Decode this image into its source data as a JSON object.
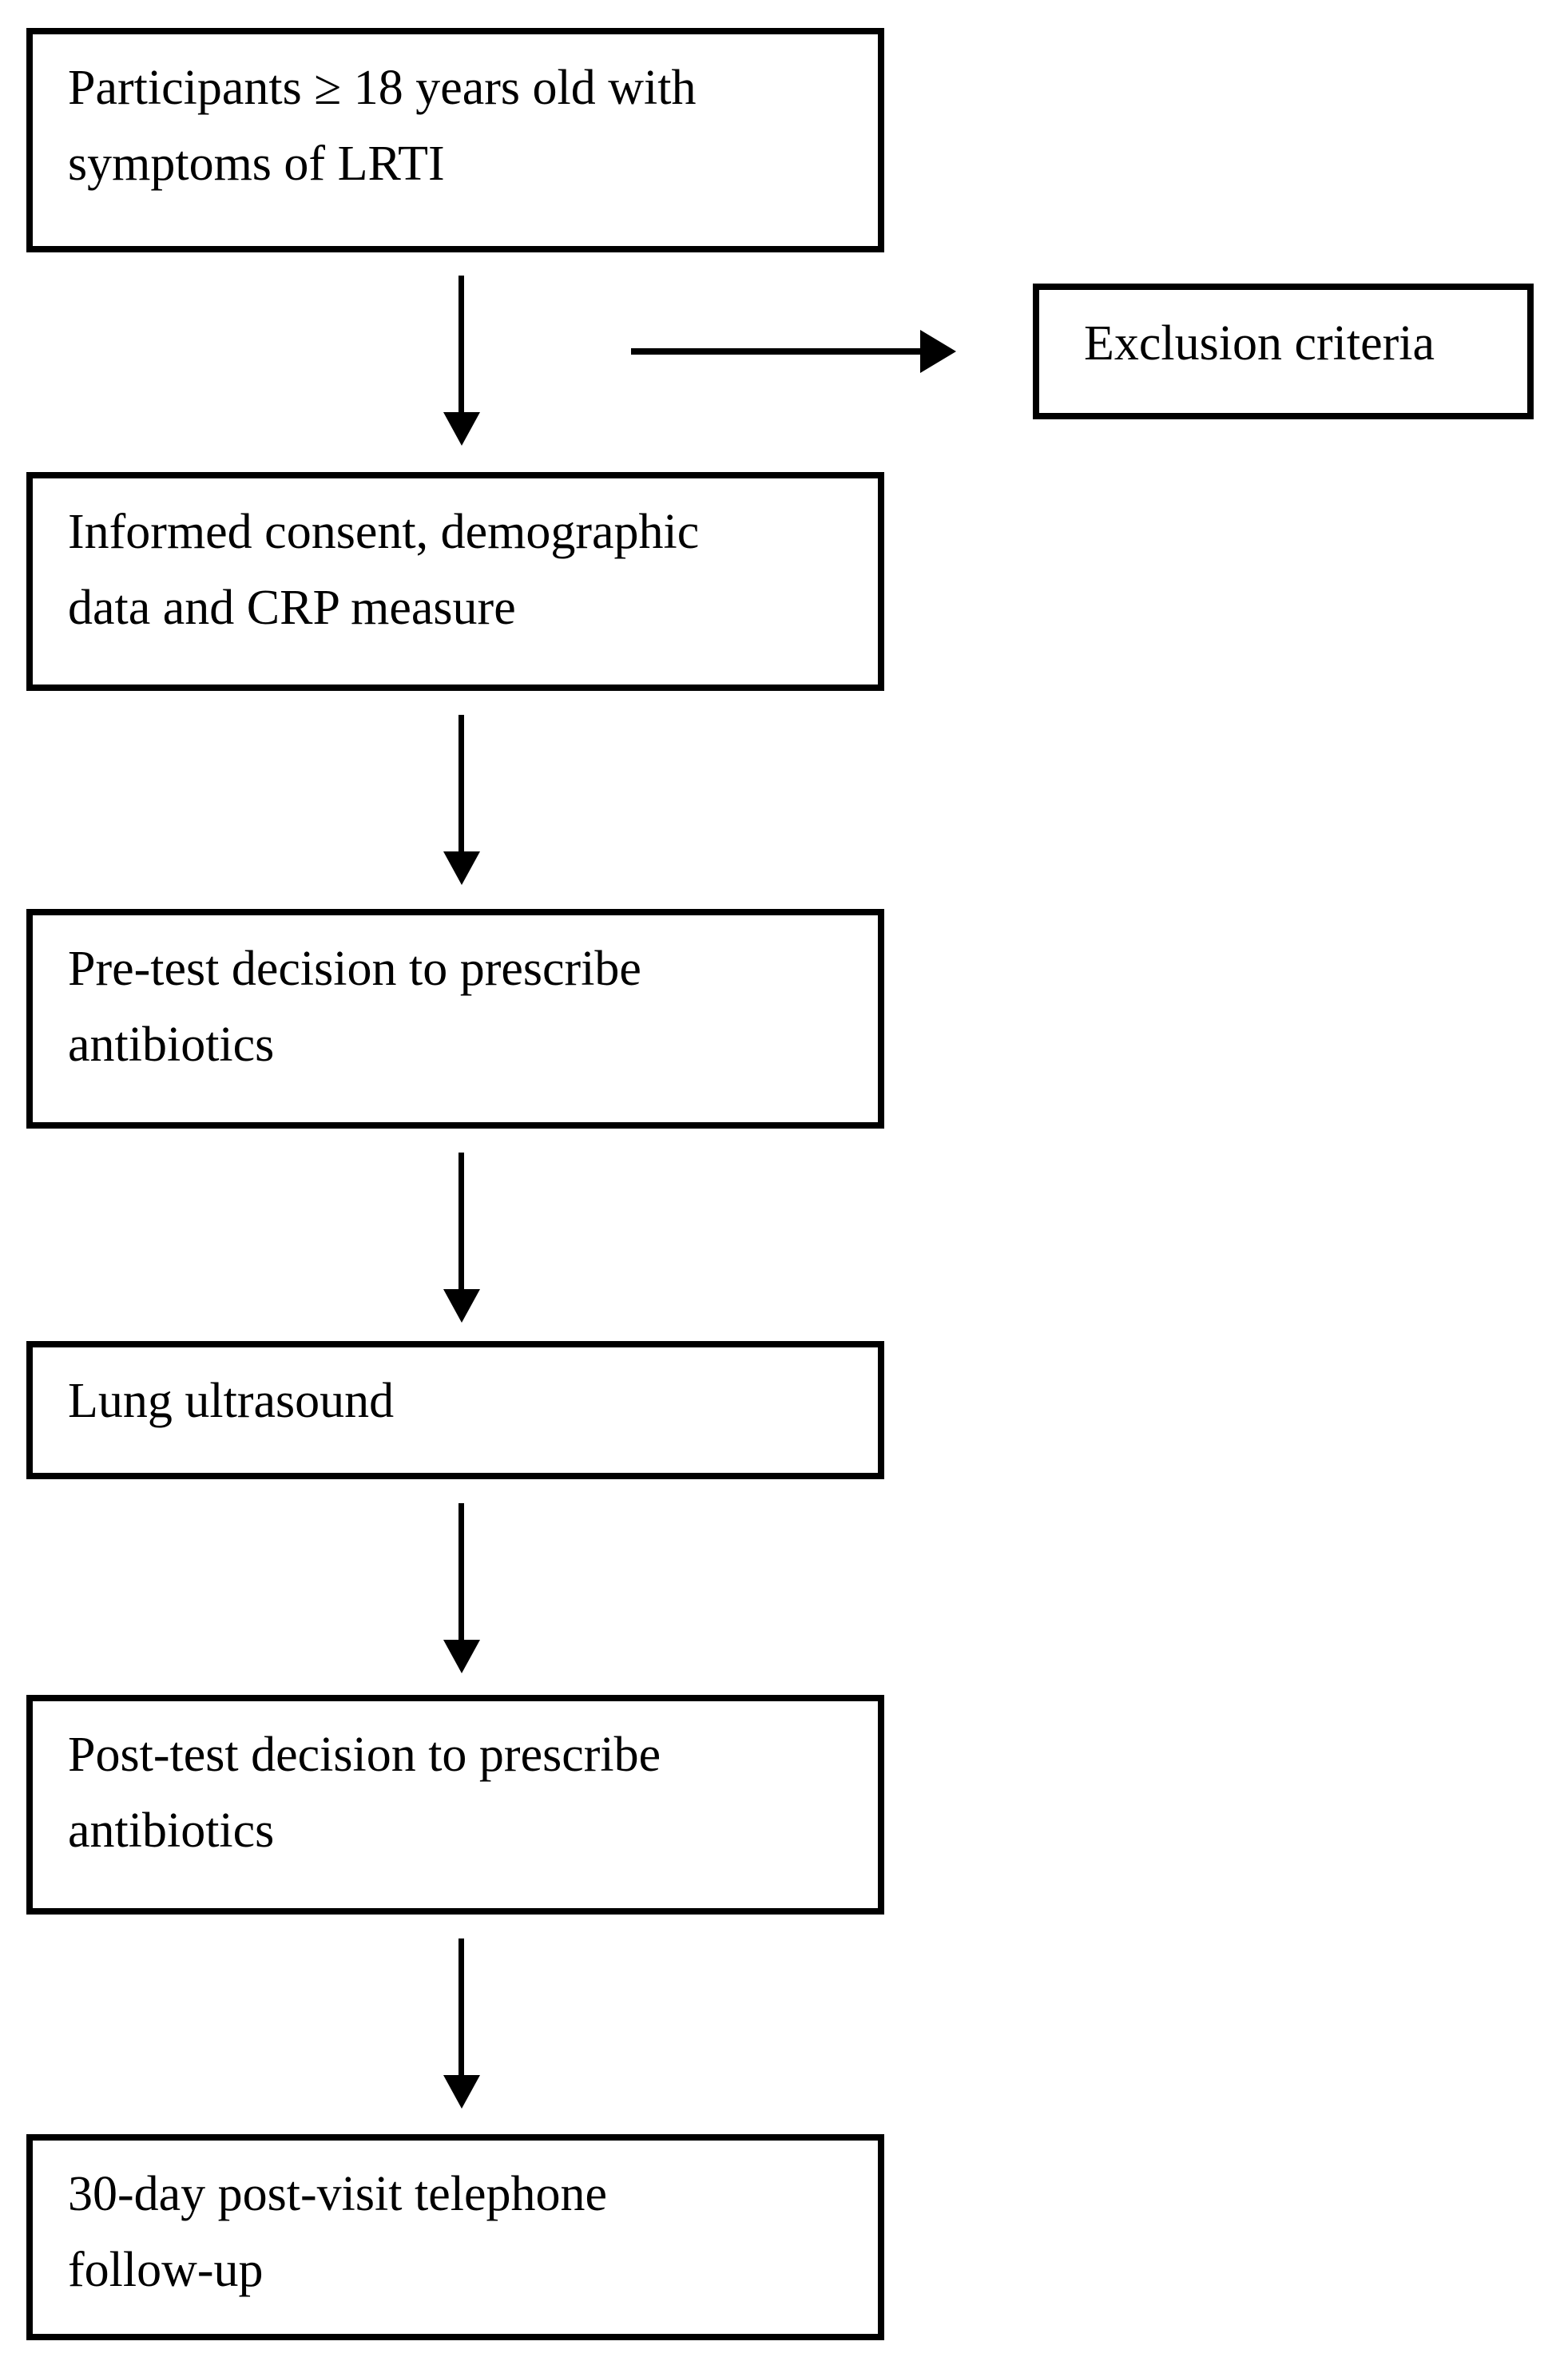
{
  "page": {
    "background_color": "#ffffff",
    "line_color": "#000000",
    "text_color": "#000000"
  },
  "flowchart": {
    "boxes": [
      {
        "id": "participants",
        "lines": [
          "Participants ≥ 18 years old with",
          "symptoms of LRTI"
        ]
      },
      {
        "id": "exclusion-criteria",
        "lines": [
          "Exclusion criteria"
        ]
      },
      {
        "id": "informed-consent",
        "lines": [
          "Informed consent, demographic",
          "data and CRP measure"
        ]
      },
      {
        "id": "pre-test-decision",
        "lines": [
          "Pre-test decision to prescribe",
          "antibiotics"
        ]
      },
      {
        "id": "lung-ultrasound",
        "lines": [
          "Lung ultrasound"
        ]
      },
      {
        "id": "post-test-decision",
        "lines": [
          "Post-test decision to prescribe",
          "antibiotics"
        ]
      },
      {
        "id": "follow-up",
        "lines": [
          "30-day post-visit telephone",
          "follow-up"
        ]
      }
    ],
    "edges": [
      {
        "from": "participants",
        "to": "informed-consent",
        "type": "arrow-down"
      },
      {
        "from": "participants",
        "to": "exclusion-criteria",
        "type": "arrow-right"
      },
      {
        "from": "informed-consent",
        "to": "pre-test-decision",
        "type": "arrow-down"
      },
      {
        "from": "pre-test-decision",
        "to": "lung-ultrasound",
        "type": "arrow-down"
      },
      {
        "from": "lung-ultrasound",
        "to": "post-test-decision",
        "type": "arrow-down"
      },
      {
        "from": "post-test-decision",
        "to": "follow-up",
        "type": "arrow-down"
      }
    ]
  }
}
